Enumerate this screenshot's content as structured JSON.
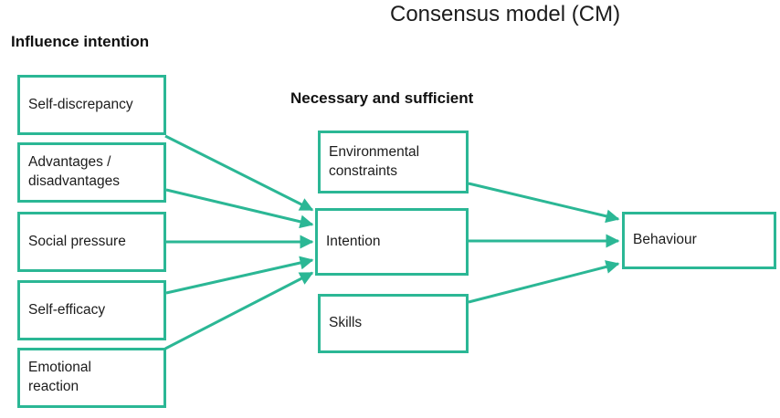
{
  "title": "Consensus model (CM)",
  "headers": {
    "influence": "Influence intention",
    "necessary": "Necessary and sufficient"
  },
  "nodes": {
    "self_discrepancy": "Self-discrepancy",
    "advantages": "Advantages /\ndisadvantages",
    "social_pressure": "Social pressure",
    "self_efficacy": "Self-efficacy",
    "emotional_reaction": "Emotional\nreaction",
    "environmental_constraints": "Environmental\nconstraints",
    "intention": "Intention",
    "skills": "Skills",
    "behaviour": "Behaviour"
  },
  "edges": [
    {
      "from": "Self-discrepancy",
      "to": "Intention"
    },
    {
      "from": "Advantages / disadvantages",
      "to": "Intention"
    },
    {
      "from": "Social pressure",
      "to": "Intention"
    },
    {
      "from": "Self-efficacy",
      "to": "Intention"
    },
    {
      "from": "Emotional reaction",
      "to": "Intention"
    },
    {
      "from": "Environmental constraints",
      "to": "Behaviour"
    },
    {
      "from": "Intention",
      "to": "Behaviour"
    },
    {
      "from": "Skills",
      "to": "Behaviour"
    }
  ],
  "colors": {
    "accent": "#2BB795",
    "text": "#1C1C1C",
    "background": "#FFFFFF"
  }
}
